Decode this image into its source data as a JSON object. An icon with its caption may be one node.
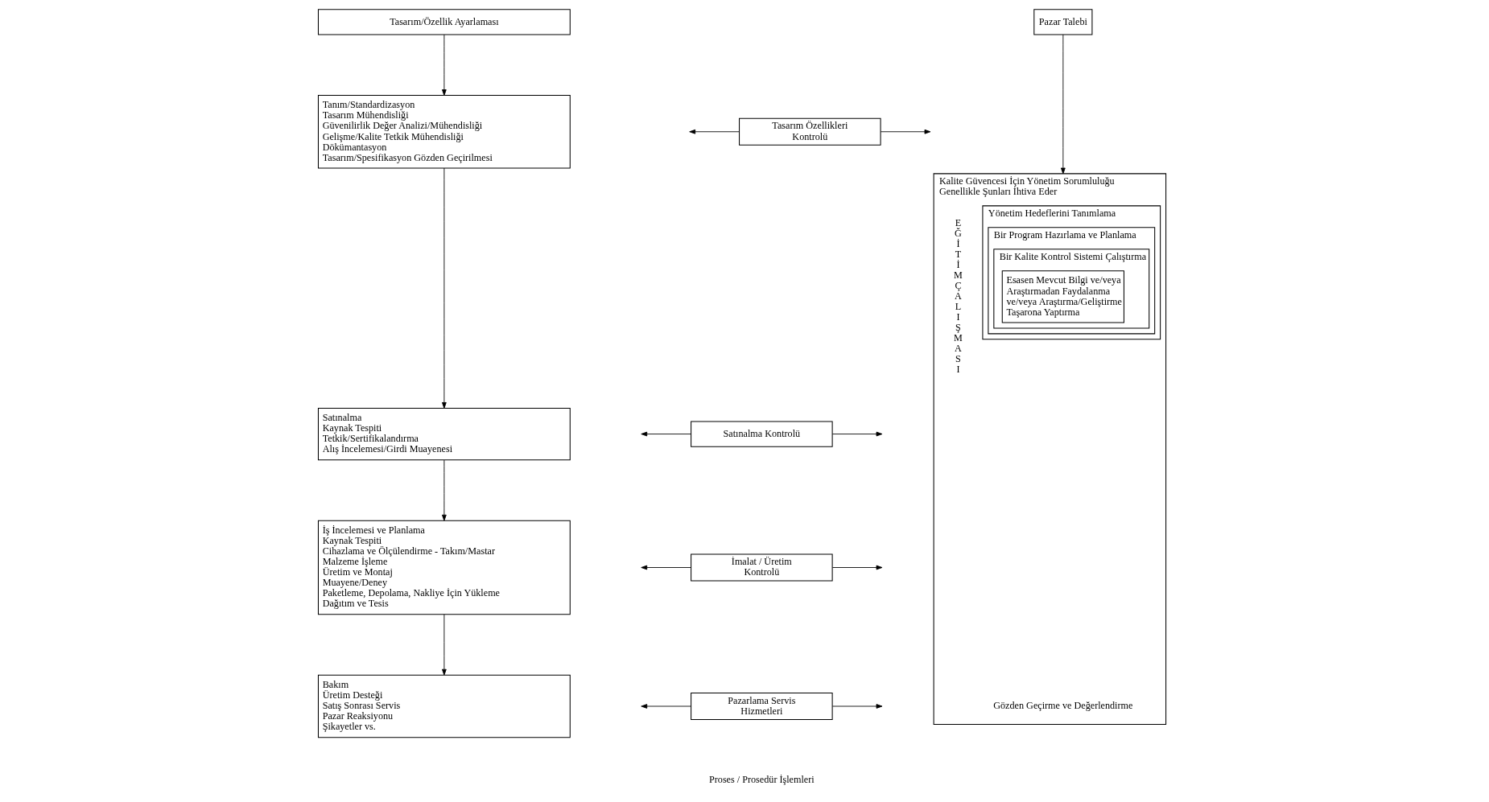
{
  "diagram": {
    "nodes": [
      {
        "text": [
          "Tasarım/Özellik Ayarlaması"
        ]
      },
      {
        "text": [
          "Tanım/Standardizasyon",
          "Tasarım Mühendisliği",
          "Güvenilirlik Değer Analizi/Mühendisliği",
          "Gelişme/Kalite Tetkik Mühendisliği",
          "Dökümantasyon",
          "Tasarım/Spesifikasyon Gözden Geçirilmesi"
        ]
      },
      {
        "text": [
          "Satınalma",
          "Kaynak Tespiti",
          "Tetkik/Sertifikalandırma",
          "Alış İncelemesi/Girdi Muayenesi"
        ]
      },
      {
        "text": [
          "İş İncelemesi ve Planlama",
          "Kaynak Tespiti",
          "Cihazlama ve Ölçülendirme - Takım/Mastar",
          "Malzeme İşleme",
          "Üretim ve Montaj",
          "Muayene/Deney",
          "Paketleme, Depolama, Nakliye İçin Yükleme",
          "Dağıtım ve Tesis"
        ]
      },
      {
        "text": [
          "Bakım",
          "Üretim Desteği",
          "Satış Sonrası Servis",
          "Pazar Reaksiyonu",
          "Şikayetler vs."
        ]
      },
      {
        "text": [
          "Tasarım Özellikleri Kontrolü"
        ]
      },
      {
        "text": [
          "Satınalma Kontrolü"
        ]
      },
      {
        "text": [
          "İmalat / Üretim Kontrolü"
        ]
      },
      {
        "text": [
          "Pazarlama Servis Hizmetleri"
        ]
      },
      {
        "text": [
          "Pazar Talebi"
        ]
      },
      {
        "text": [
          "Kalite Güvencesi İçin Yönetim Sorumluluğu Genellikle Şunları İhtiva Eder",
          "EĞİTİM ÇALIŞMASI",
          "Gözden Geçirme ve Değerlendirme"
        ]
      },
      {
        "text": [
          "Yönetim Hedeflerini Tanımlama"
        ],
        "in": 10
      },
      {
        "text": [
          "Bir Program Hazırlama ve Planlama"
        ],
        "in": 11
      },
      {
        "text": [
          "Bir Kalite Kontrol Sistemi Çalıştırma"
        ],
        "in": 12
      },
      {
        "text": [
          "Esasen Mevcut Bilgi ve/veya Araştırmadan Faydalanma ve/veya Araştırma/Geliştirme Taşarona Yaptırma"
        ],
        "in": 13
      }
    ],
    "edges": [
      {
        "from": 0,
        "to": 1,
        "arrow": "to"
      },
      {
        "from": 1,
        "to": 2,
        "arrow": "to"
      },
      {
        "from": 2,
        "to": 3,
        "arrow": "to"
      },
      {
        "from": 3,
        "to": 4,
        "arrow": "to"
      },
      {
        "from": 5,
        "to": null,
        "arrow": "to"
      },
      {
        "from": 5,
        "to": null,
        "arrow": "to"
      },
      {
        "from": 6,
        "to": null,
        "arrow": "to"
      },
      {
        "from": 6,
        "to": null,
        "arrow": "to"
      },
      {
        "from": 7,
        "to": null,
        "arrow": "to"
      },
      {
        "from": 7,
        "to": null,
        "arrow": "to"
      },
      {
        "from": 8,
        "to": null,
        "arrow": "to"
      },
      {
        "from": 8,
        "to": null,
        "arrow": "to"
      },
      {
        "from": 9,
        "to": 10,
        "arrow": "to"
      }
    ],
    "labels": [
      "Proses / Prosedür İşlemleri"
    ]
  }
}
